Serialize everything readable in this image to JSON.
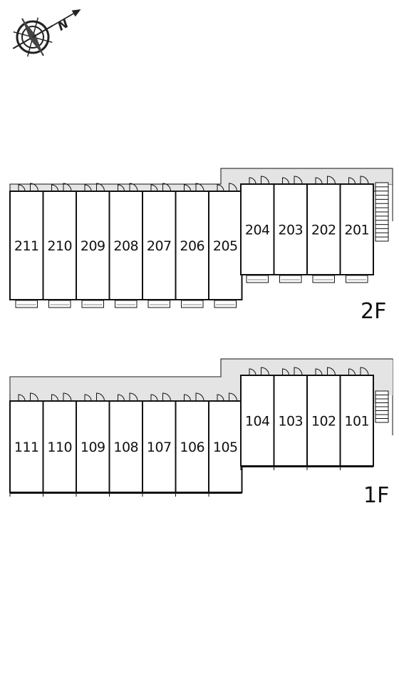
{
  "compass": {
    "letter": "N",
    "icon": "compass-icon"
  },
  "floors": [
    {
      "label": "2F",
      "units": [
        "211",
        "210",
        "209",
        "208",
        "207",
        "206",
        "205",
        "204",
        "203",
        "202",
        "201"
      ],
      "stairs": true
    },
    {
      "label": "1F",
      "units": [
        "111",
        "110",
        "109",
        "108",
        "107",
        "106",
        "105",
        "104",
        "103",
        "102",
        "101"
      ],
      "stairs": true
    }
  ],
  "colors": {
    "corridor": "#e4e4e4",
    "wall": "#111111",
    "background": "#ffffff"
  }
}
